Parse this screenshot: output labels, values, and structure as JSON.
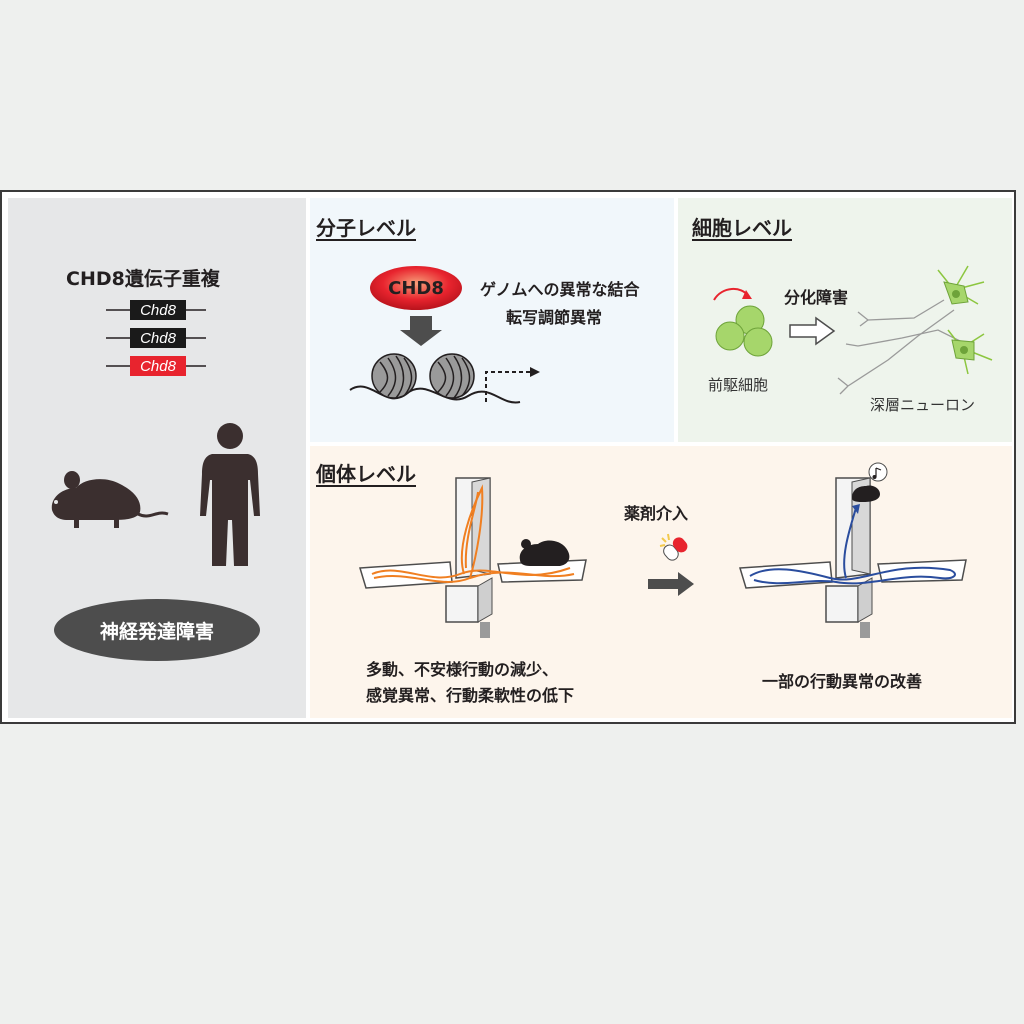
{
  "left": {
    "title": "CHD8遺伝子重複",
    "gene_label": "Chd8",
    "disorder": "神経発達障害"
  },
  "molecular": {
    "heading": "分子レベル",
    "protein": "CHD8",
    "line1": "ゲノムへの異常な結合",
    "line2": "転写調節異常"
  },
  "cellular": {
    "heading": "細胞レベル",
    "process": "分化障害",
    "progenitor": "前駆細胞",
    "neuron": "深層ニューロン"
  },
  "individual": {
    "heading": "個体レベル",
    "drug": "薬剤介入",
    "before_line1": "多動、不安様行動の減少、",
    "before_line2": "感覚異常、行動柔軟性の低下",
    "after": "一部の行動異常の改善"
  },
  "colors": {
    "red": "#e8242e",
    "orange": "#f07f21",
    "blue": "#2a4d9e",
    "green": "#8cc63f",
    "gray_dark": "#4d4d4d"
  }
}
